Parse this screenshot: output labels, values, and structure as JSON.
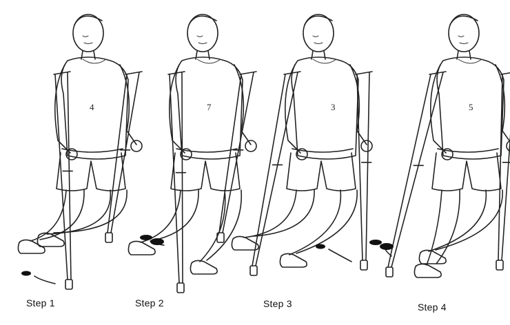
{
  "figures": [
    {
      "caption": "Step 1",
      "arm_mark": "4"
    },
    {
      "caption": "Step 2",
      "arm_mark": "7"
    },
    {
      "caption": "Step 3",
      "arm_mark": "3"
    },
    {
      "caption": "Step 4",
      "arm_mark": "5"
    }
  ],
  "colors": {
    "ink": "#222222",
    "paper": "#ffffff"
  },
  "icons": [
    "person-on-crutches-illustration",
    "crutch-tip-mark",
    "footprint-mark"
  ]
}
